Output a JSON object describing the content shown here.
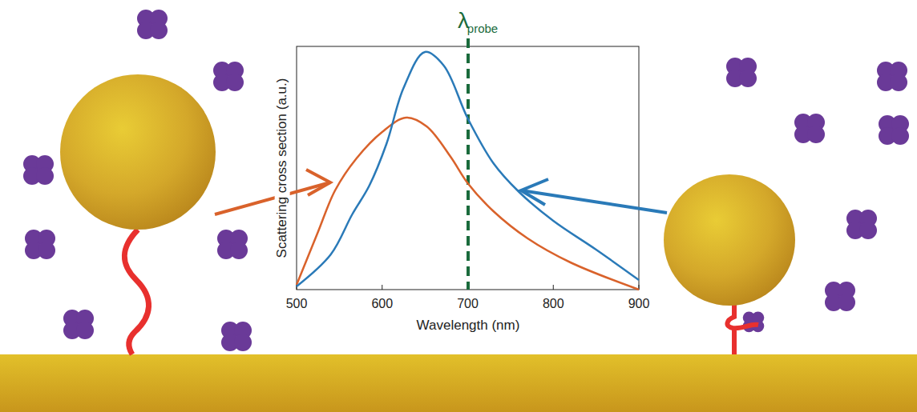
{
  "diagram": {
    "labels": [
      "λ",
      "probe",
      "Scattering cross section (a.u.)",
      "500",
      "600",
      "700",
      "800",
      "900",
      "Wavelength (nm)"
    ]
  }
}
